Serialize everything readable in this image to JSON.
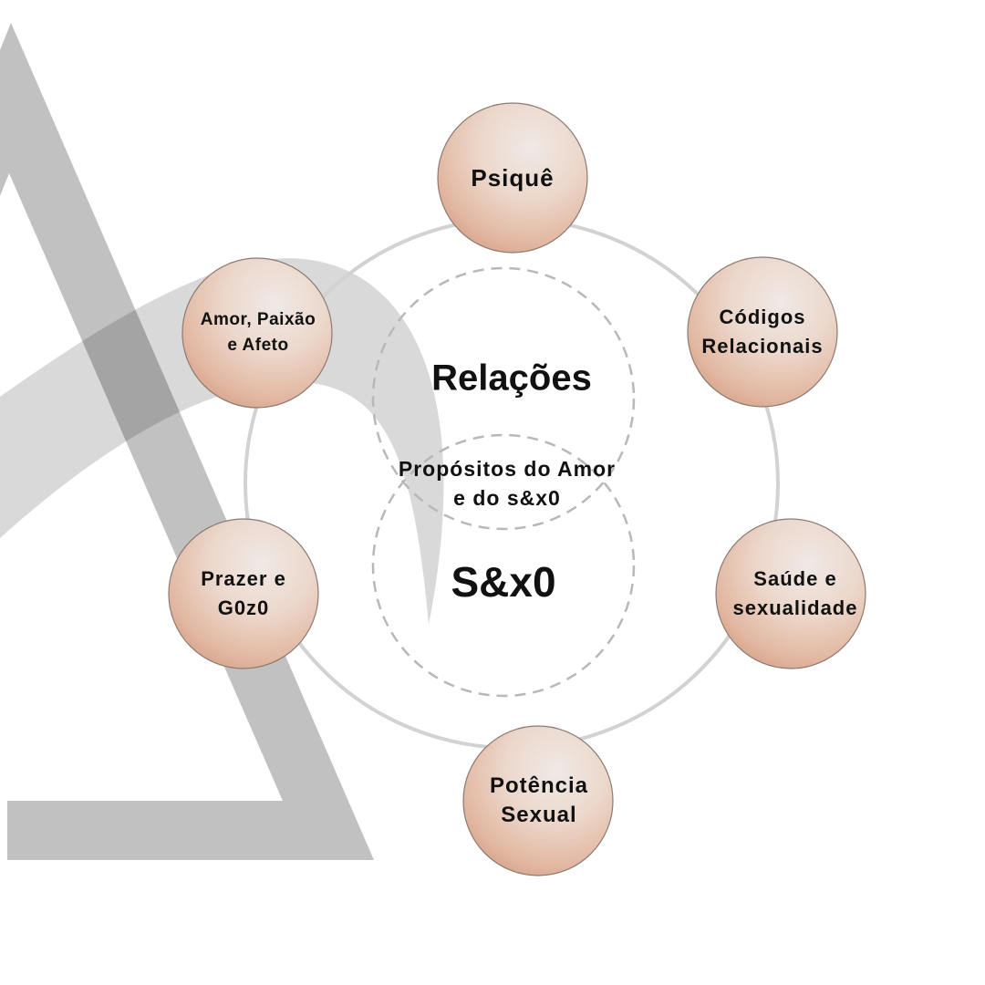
{
  "center": {
    "top": "Relações",
    "middle_line1": "Propósitos do Amor",
    "middle_line2": "e do s&x0",
    "bottom": "S&x0"
  },
  "nodes": [
    {
      "lines": [
        "Psiquê"
      ]
    },
    {
      "lines": [
        "Códigos",
        "Relacionais"
      ]
    },
    {
      "lines": [
        "Saúde e",
        "sexualidade"
      ]
    },
    {
      "lines": [
        "Potência",
        "Sexual"
      ]
    },
    {
      "lines": [
        "Prazer e",
        "G0z0"
      ]
    },
    {
      "lines": [
        "Amor, Paixão",
        "e Afeto"
      ]
    }
  ],
  "colors": {
    "triangle": "#c1c1c1",
    "swoosh": "#d9d9d9",
    "ring": "#d2d2d2",
    "dashed": "#b8b8b8",
    "node": "#e9c9b8"
  }
}
